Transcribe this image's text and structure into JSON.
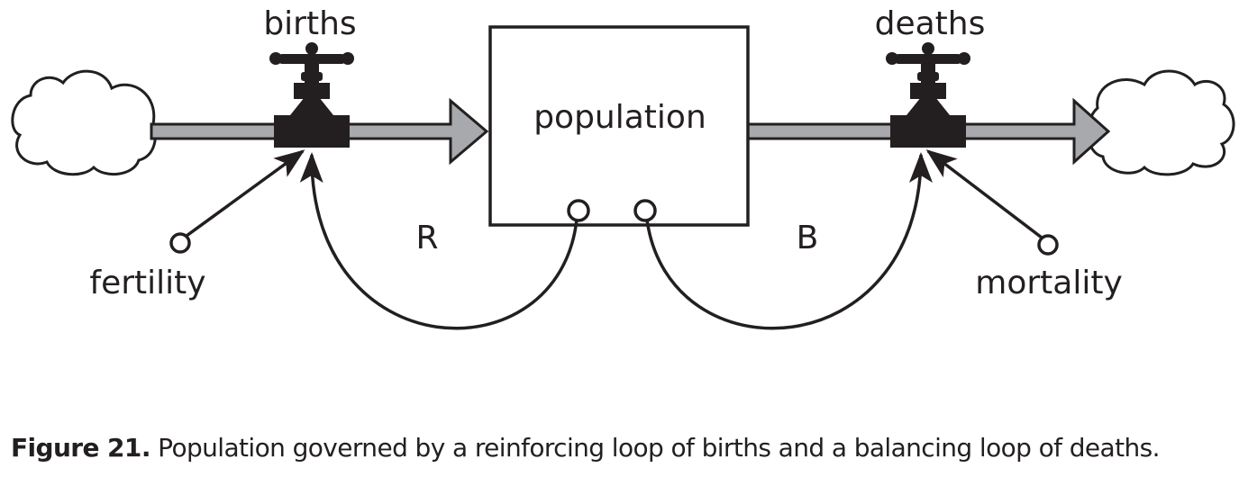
{
  "diagram": {
    "stock": "population",
    "inflow": "births",
    "outflow": "deaths",
    "inflow_parameter": "fertility",
    "outflow_parameter": "mortality",
    "reinforcing_loop": "R",
    "balancing_loop": "B"
  },
  "caption": {
    "figure": "Figure 21.",
    "text": "Population governed by a reinforcing loop of births and a balancing loop of deaths."
  },
  "colors": {
    "ink": "#231f20",
    "pipe_fill": "#a7a9ac"
  }
}
